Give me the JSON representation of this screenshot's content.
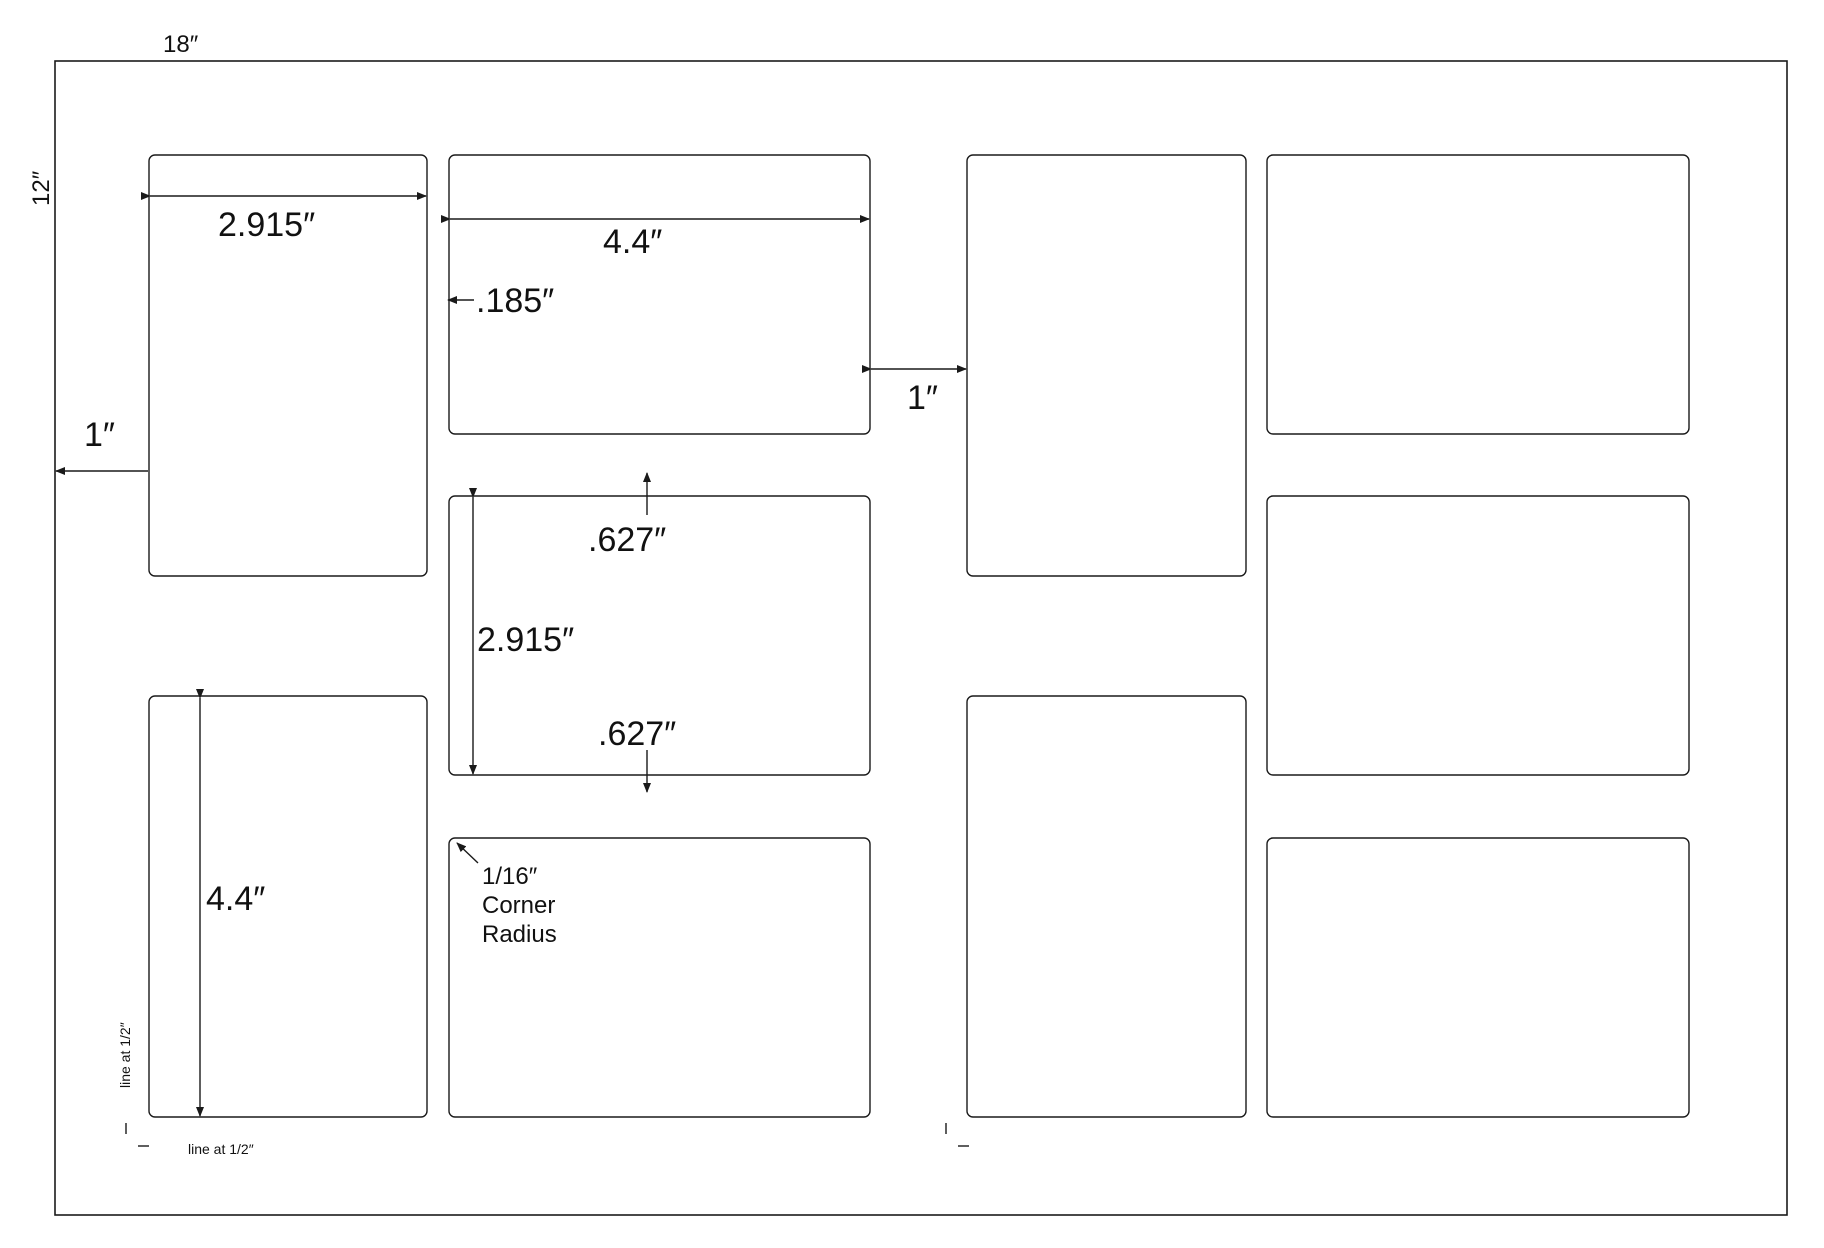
{
  "sheet": {
    "width_label": "18″",
    "height_label": "12″"
  },
  "dimensions": {
    "card_width": "2.915″",
    "card_length_top": "4.4″",
    "gutter": ".185″",
    "center_gap": "1″",
    "left_margin": "1″",
    "row_gap_top": ".627″",
    "card_height": "2.915″",
    "row_gap_bottom": ".627″",
    "card_length_left": "4.4″"
  },
  "corner_note": {
    "line1": "1/16″",
    "line2": "Corner",
    "line3": "Radius"
  },
  "guides": {
    "vertical_label": "line at 1/2″",
    "horizontal_label": "line at 1/2″"
  },
  "colors": {
    "line": "#1a1a1a",
    "background": "#ffffff"
  }
}
